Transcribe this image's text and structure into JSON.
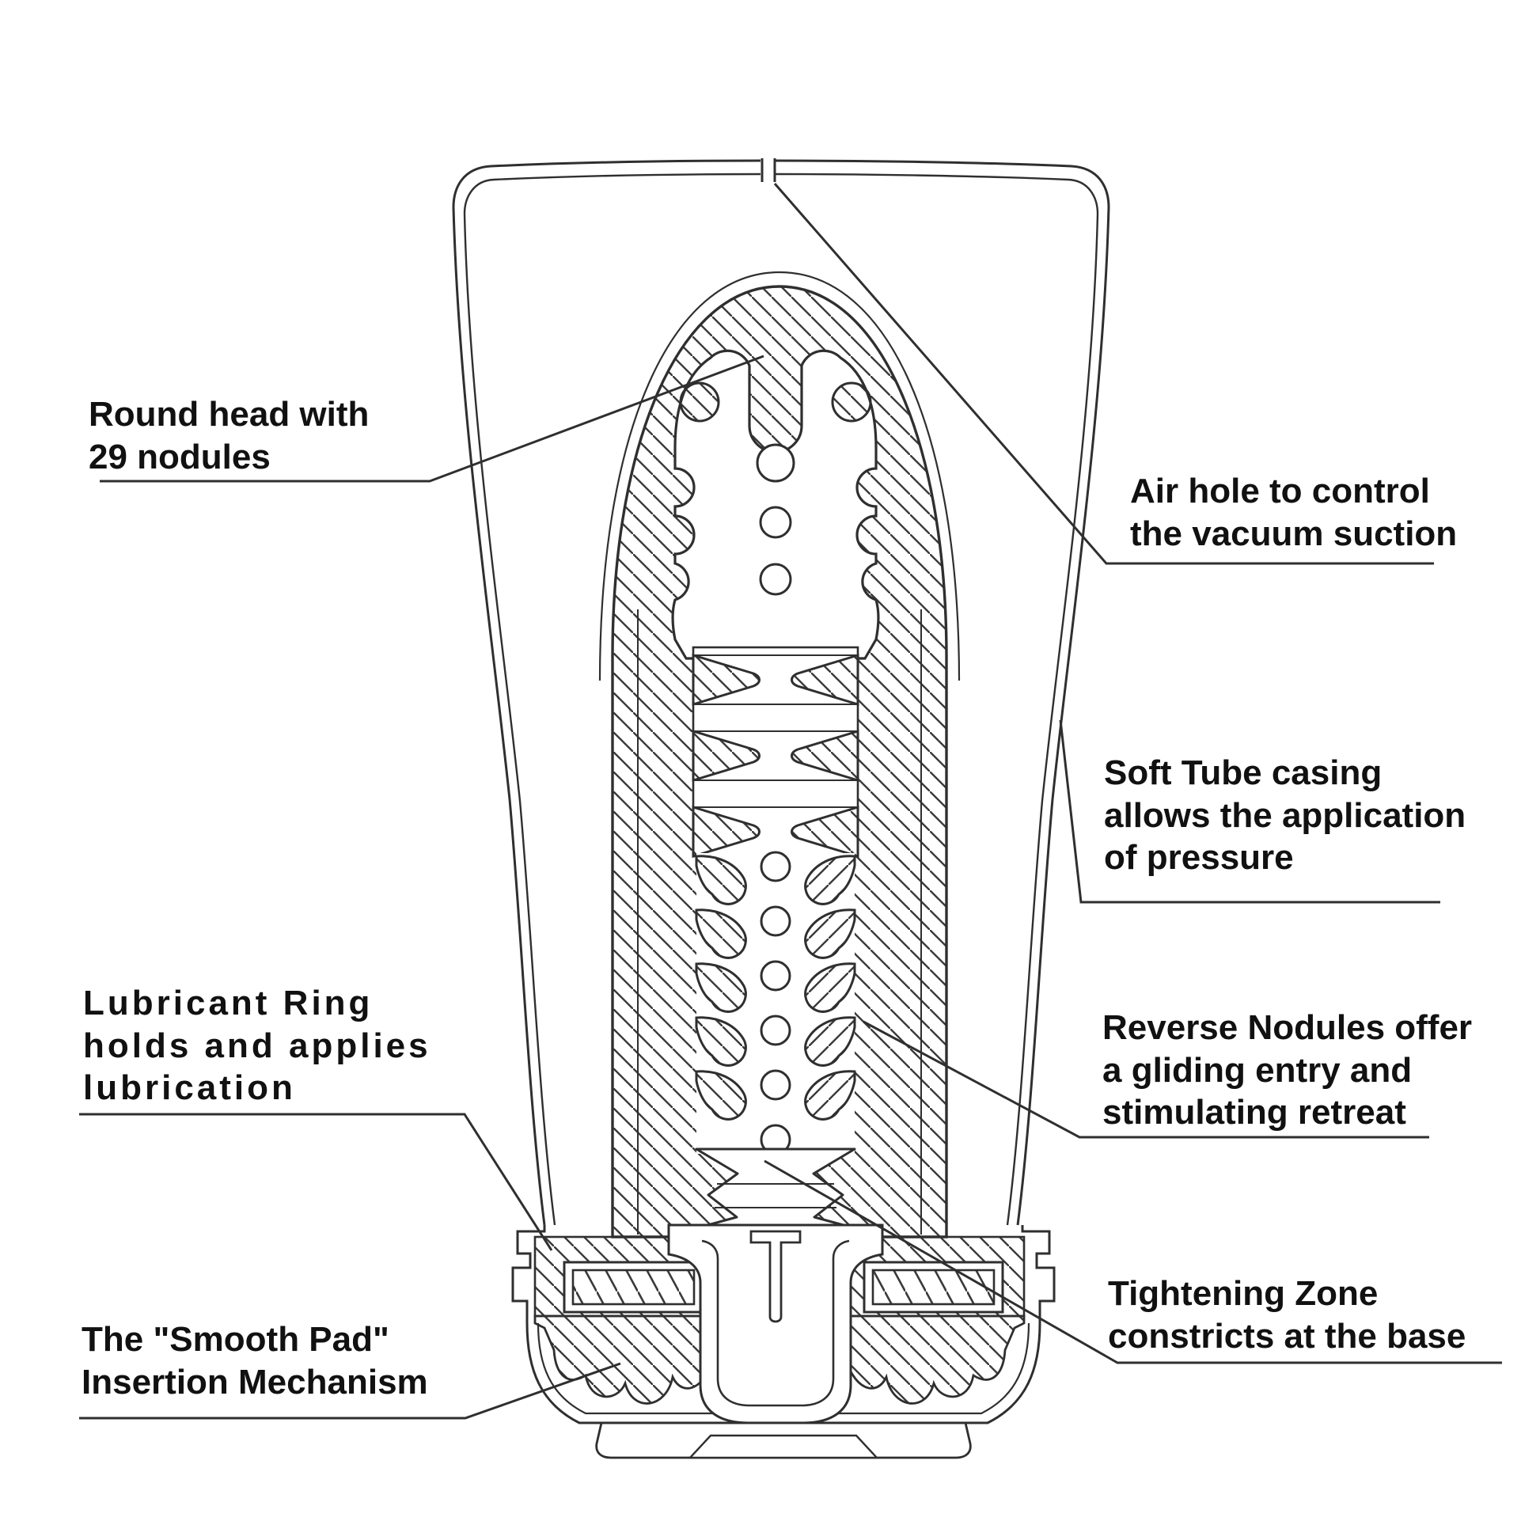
{
  "figure": {
    "type": "technical cutaway diagram",
    "subject": "Soft Tube cup cross-section",
    "background_color": "#ffffff",
    "line_color": "#2f2f2f",
    "text_color": "#111111"
  },
  "labels": {
    "round_head": {
      "lines": [
        "Round head with",
        "29 nodules"
      ]
    },
    "air_hole": {
      "lines": [
        "Air hole to control",
        "the vacuum suction"
      ]
    },
    "soft_tube": {
      "lines": [
        "Soft Tube casing",
        "allows the application",
        "of pressure"
      ]
    },
    "lubricant_ring": {
      "lines": [
        "Lubricant Ring",
        "holds and applies",
        "lubrication"
      ]
    },
    "reverse_nodules": {
      "lines": [
        "Reverse Nodules offer",
        "a gliding entry and",
        "stimulating retreat"
      ]
    },
    "tightening_zone": {
      "lines": [
        "Tightening Zone",
        "constricts at the base"
      ]
    },
    "smooth_pad": {
      "lines": [
        "The \"Smooth Pad\"",
        "Insertion Mechanism"
      ]
    }
  }
}
